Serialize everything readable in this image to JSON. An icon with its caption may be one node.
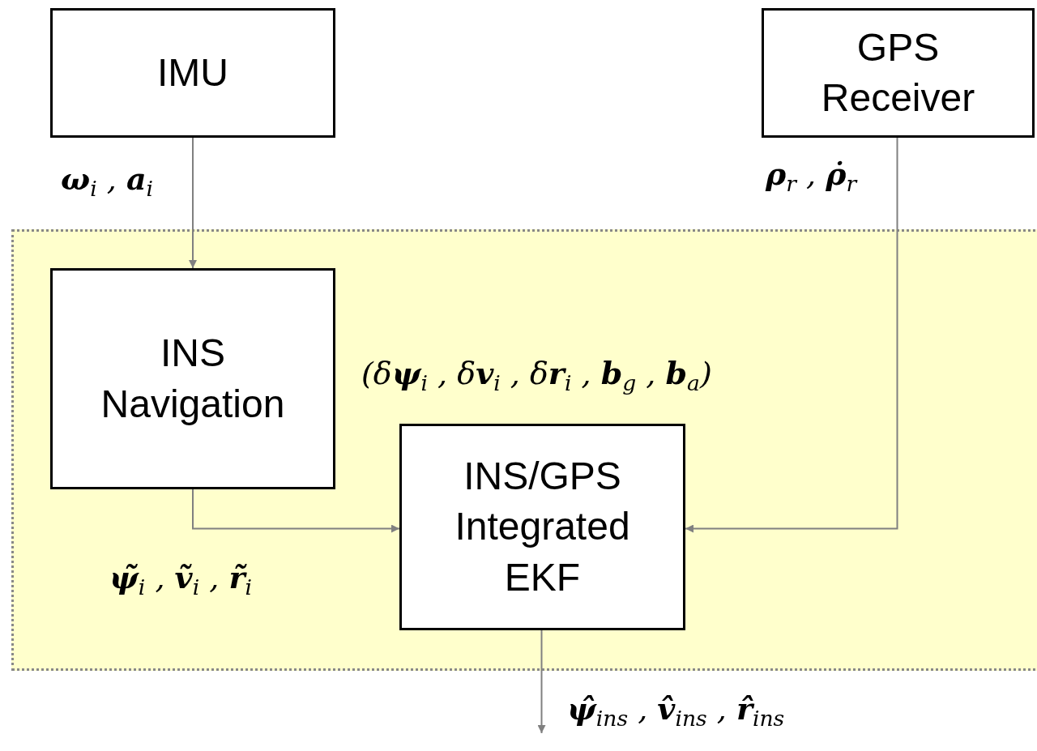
{
  "diagram": {
    "nodes": [
      {
        "text": [],
        "shape": "box"
      },
      {
        "text": [
          "IMU"
        ]
      },
      {
        "text": [
          "GPS Receiver"
        ]
      },
      {
        "text": [
          "INS Navigation"
        ],
        "in": 0
      },
      {
        "text": [
          "INS/GPS Integrated EKF"
        ],
        "in": 0,
        "beside": [
          "(δ**ψ**$_{i}$ , δ**v**$_{i}$ , δ**r**$_{i}$ , **b**$_{g}$ , **b**$_{a}$)"
        ]
      }
    ],
    "edges": [
      {
        "from": 1,
        "to": 3,
        "arrow": "to",
        "label": "**ω**$_{i}$ , **a**$_{i}$"
      },
      {
        "from": 3,
        "to": 4,
        "arrow": "to",
        "label": "**ψ̃**$_{i}$ , **ṽ**$_{i}$ , **r̃**$_{i}$"
      },
      {
        "from": 2,
        "to": 4,
        "arrow": "to",
        "label": "**ρ**$_{r}$ , **ρ̇**$_{r}$"
      },
      {
        "from": 4,
        "to": null,
        "arrow": "to",
        "label": "**ψ̂**$_{ins}$ , **v̂**$_{ins}$ , **r̂**$_{ins}$"
      }
    ]
  }
}
